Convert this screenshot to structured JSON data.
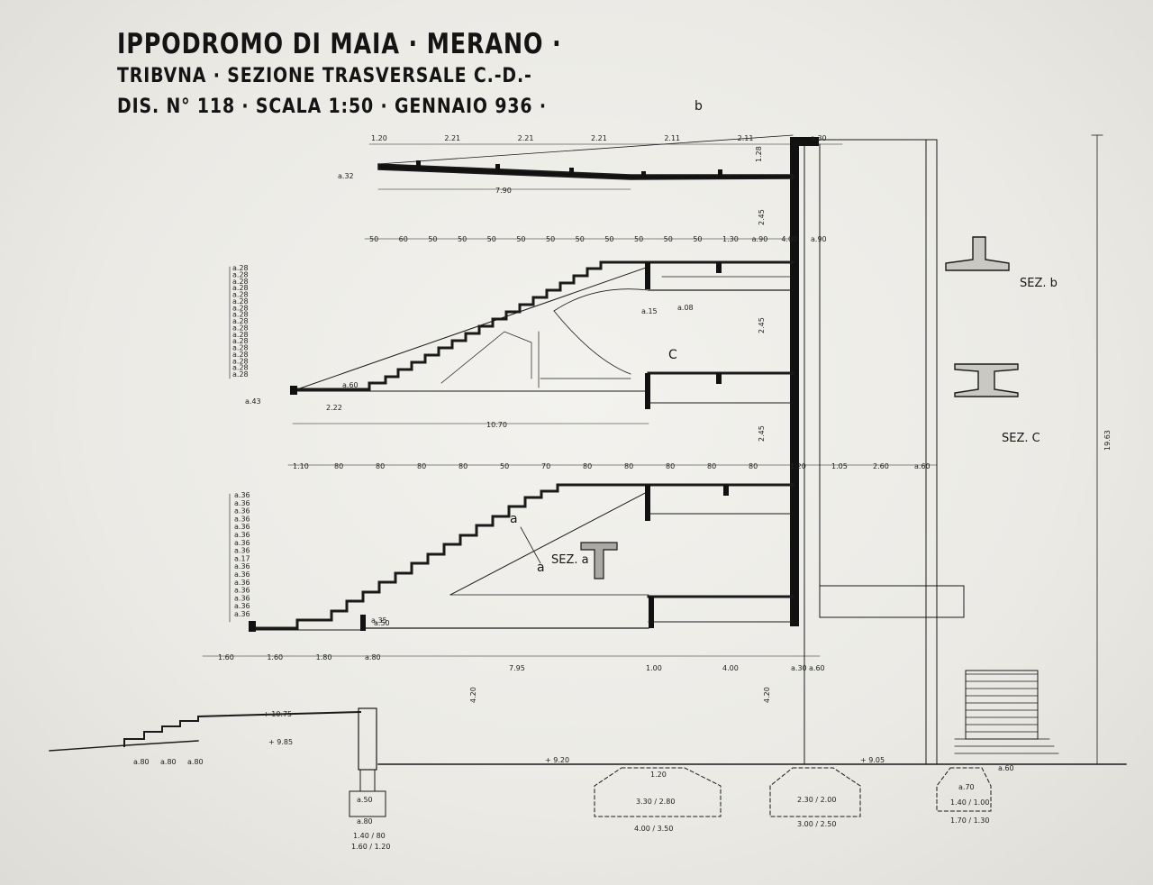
{
  "title": {
    "line1": "IPPODROMO DI MAIA · MERANO ·",
    "line2": "TRIBVNA · SEZIONE TRASVERSALE C.-D.-",
    "line3": "DIS. N° 118 · SCALA 1:50 · GENNAIO 936 ·"
  },
  "section_labels": {
    "b_marker": "b",
    "c_marker": "C",
    "a_marker_top": "a",
    "a_marker_bottom": "a",
    "sez_a": "SEZ. a",
    "sez_b": "SEZ. b",
    "sez_c": "SEZ. C"
  },
  "elevations": {
    "upper_ground": "+ 10.75",
    "lower_ground": "+ 9.85",
    "ground_mid": "+ 9.20",
    "ground_right": "+ 9.05"
  },
  "total_height": "19.63",
  "roof_dims": {
    "top": [
      "1.20",
      "2.21",
      "2.21",
      "2.21",
      "2.11",
      "2.11",
      "a.30"
    ],
    "overall": "7.90",
    "edge": "a.32",
    "height": "1.28"
  },
  "upper_rows": [
    "50",
    "60",
    "50",
    "50",
    "50",
    "50",
    "50",
    "50",
    "50",
    "50",
    "50",
    "50",
    "1.30",
    "a.90",
    "4.00",
    "a.90"
  ],
  "upper_risers": [
    "a.28",
    "a.28",
    "a.28",
    "a.28",
    "a.28",
    "a.28",
    "a.28",
    "a.28",
    "a.28",
    "a.28",
    "a.28",
    "a.28",
    "a.28",
    "a.28",
    "a.28",
    "a.28",
    "a.28"
  ],
  "upper_tier_dims": {
    "length": "10.70",
    "front": "2.22",
    "a": "a.43",
    "b": "a.60",
    "c": "a.15",
    "d": "a.08",
    "height_a": "2.45",
    "height_b": "2.45",
    "height_c": "2.45"
  },
  "lower_rows": [
    "1.10",
    "80",
    "80",
    "80",
    "80",
    "50",
    "70",
    "80",
    "80",
    "80",
    "80",
    "80",
    "1.20",
    "1.05",
    "2.60",
    "a.60"
  ],
  "lower_risers": [
    "a.36",
    "a.36",
    "a.36",
    "a.36",
    "a.36",
    "a.36",
    "a.36",
    "a.36",
    "a.17",
    "a.36",
    "a.36",
    "a.36",
    "a.36",
    "a.36",
    "a.36",
    "a.36"
  ],
  "lower_tier_dims": {
    "a": "a.35",
    "b": "a.50",
    "length": "7.95",
    "depth": "1.00",
    "room": "4.00",
    "wall": "a.30",
    "wall2": "a.60",
    "height_ground": "4.20",
    "height_ground2": "4.20"
  },
  "bottom_dims": [
    "1.60",
    "1.60",
    "1.80",
    "a.80"
  ],
  "steps_dims": [
    "a.80",
    "a.80",
    "a.80"
  ],
  "footings": {
    "f1": {
      "top": "a.50",
      "mid": "a.80",
      "w1": "1.40 / 80",
      "w2": "1.60 / 1.20"
    },
    "f2": {
      "top": "1.20",
      "mid": "3.30 / 2.80",
      "w": "4.00 / 3.50"
    },
    "f3": {
      "mid": "2.30 / 2.00",
      "w": "3.00 / 2.50"
    },
    "f4": {
      "top": "a.70",
      "mid": "1.40 / 1.00",
      "w": "1.70 / 1.30",
      "side": "a.60"
    }
  }
}
